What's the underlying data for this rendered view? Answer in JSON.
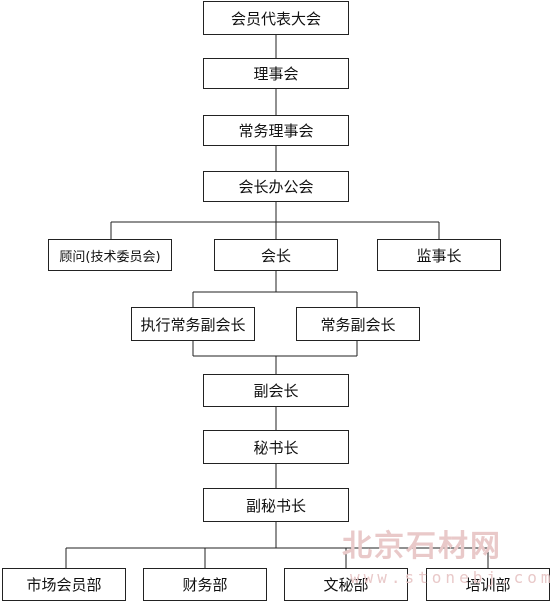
{
  "org": {
    "assembly": "会员代表大会",
    "council": "理事会",
    "standing_council": "常务理事会",
    "president_office": "会长办公会",
    "advisor": "顾问(技术委员会)",
    "president": "会长",
    "supervisor": "监事长",
    "exec_vp": "执行常务副会长",
    "standing_vp": "常务副会长",
    "vp": "副会长",
    "secretary_general": "秘书长",
    "deputy_secretary_general": "副秘书长",
    "departments": [
      "市场会员部",
      "财务部",
      "文秘部",
      "培训部"
    ]
  },
  "watermark": {
    "name": "北京石材网",
    "url": "www.stonebj.com"
  },
  "colors": {
    "line": "#222222",
    "watermark": "#e9c9c9"
  }
}
